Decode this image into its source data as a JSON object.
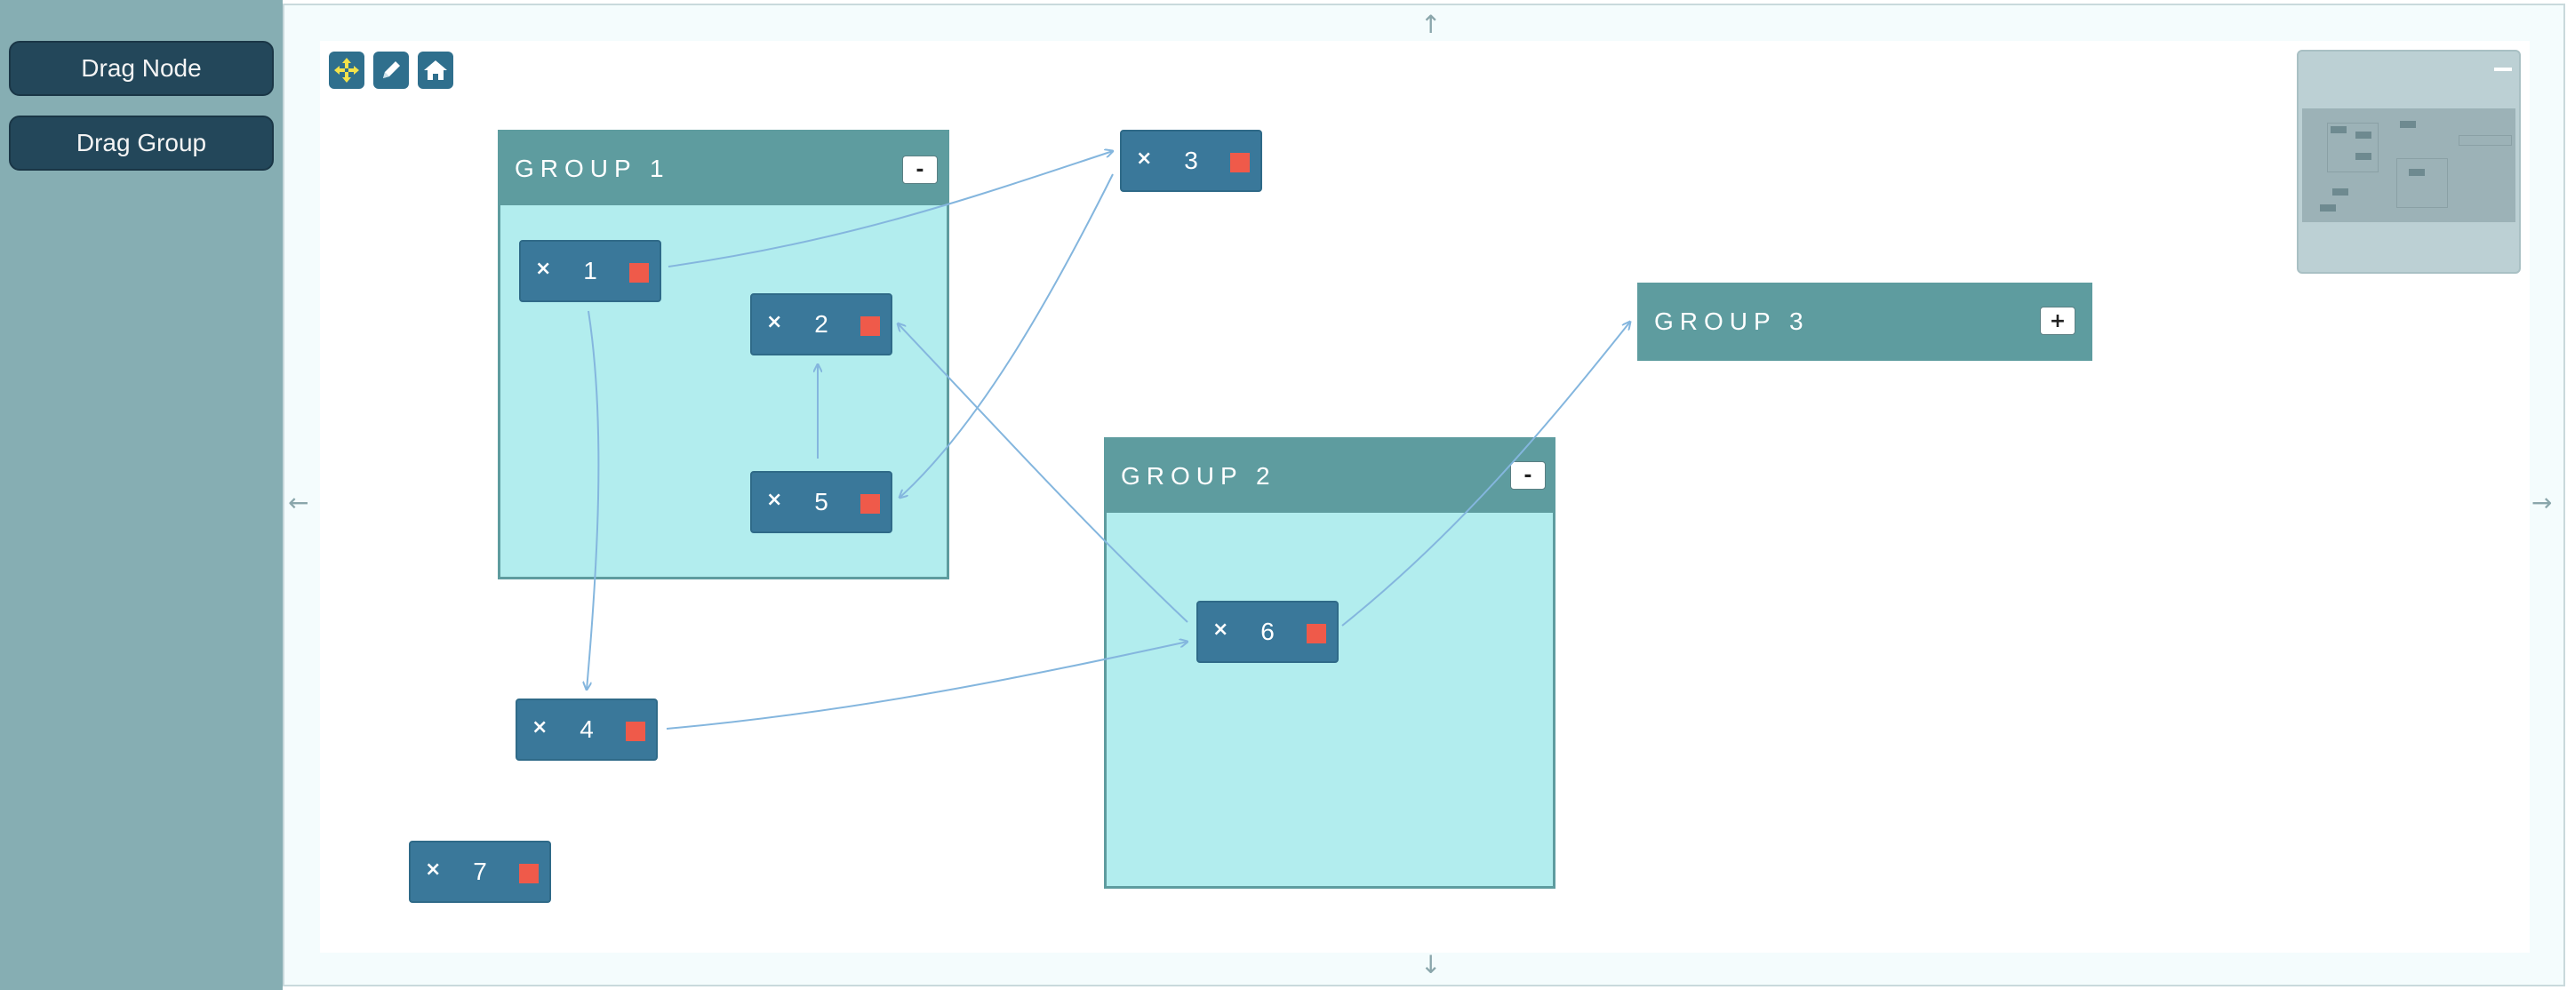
{
  "sidebar": {
    "buttons": [
      {
        "label": "Drag Node"
      },
      {
        "label": "Drag Group"
      }
    ]
  },
  "toolbar": {
    "tools": [
      {
        "icon": "move-icon"
      },
      {
        "icon": "pencil-icon"
      },
      {
        "icon": "home-icon"
      }
    ]
  },
  "pan_arrows": {
    "up": "↑",
    "down": "↓",
    "left": "←",
    "right": "→"
  },
  "groups": [
    {
      "title": "GROUP 1",
      "toggle": "-"
    },
    {
      "title": "GROUP 2",
      "toggle": "-"
    },
    {
      "title": "GROUP 3",
      "toggle": "+"
    }
  ],
  "nodes": [
    {
      "label": "1",
      "delete": "×"
    },
    {
      "label": "2",
      "delete": "×"
    },
    {
      "label": "3",
      "delete": "×"
    },
    {
      "label": "4",
      "delete": "×"
    },
    {
      "label": "5",
      "delete": "×"
    },
    {
      "label": "6",
      "delete": "×"
    },
    {
      "label": "7",
      "delete": "×"
    }
  ],
  "colors": {
    "sidebar": "#86aeb3",
    "button": "#23475a",
    "node": "#3a789a",
    "port": "#ef5a4a",
    "group_header": "#5e9c9f",
    "group_body": "#b2edee",
    "edge": "#84b6de"
  }
}
